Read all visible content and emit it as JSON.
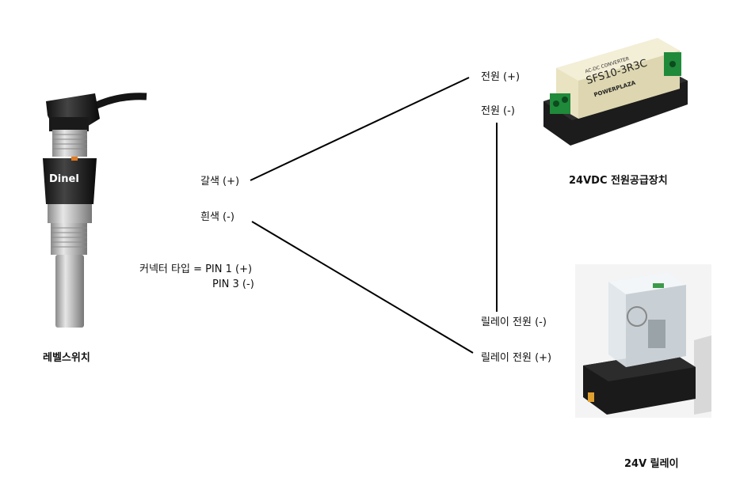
{
  "devices": {
    "level_switch": {
      "label": "레벨스위치",
      "brand": "Dinel"
    },
    "psu": {
      "label": "24VDC 전원공급장치",
      "model": "SFS10-3R3C",
      "brand": "POWERPLAZA",
      "type_text": "AC-DC CONVERTER"
    },
    "relay": {
      "label": "24V 릴레이"
    }
  },
  "wires": {
    "brown": "갈색 (+)",
    "white": "흰색 (-)"
  },
  "connector": {
    "line1": "커넥터 타입 = PIN 1 (+)",
    "line2": "PIN 3 (-)"
  },
  "terminals": {
    "psu_plus": "전원 (+)",
    "psu_minus": "전원 (-)",
    "relay_minus": "릴레이 전원 (-)",
    "relay_plus": "릴레이 전원 (+)"
  },
  "colors": {
    "wire": "#000000",
    "sensor_body": "#b8b8b8",
    "psu_case": "#efe9c8",
    "terminal_green": "#1f8a3a"
  }
}
